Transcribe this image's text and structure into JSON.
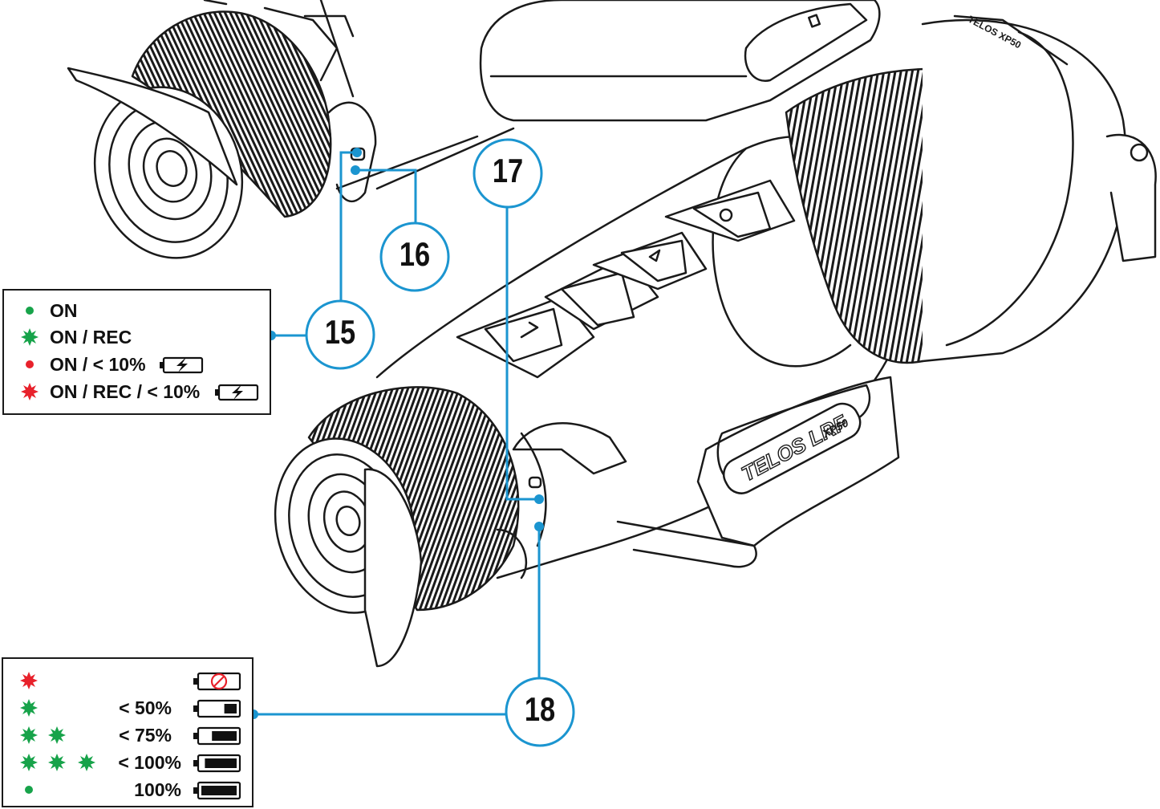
{
  "colors": {
    "callout": "#1b95d0",
    "green": "#17a34a",
    "red": "#e8212b",
    "line": "#1a1a1a"
  },
  "device": {
    "model_label": "TELOS LRF",
    "model_sub": "XP50",
    "lens_label": "TELOS XP50"
  },
  "callouts": [
    {
      "number": "15",
      "target": "led indicator"
    },
    {
      "number": "16",
      "target": "led indicator"
    },
    {
      "number": "17",
      "target": "usb port"
    },
    {
      "number": "18",
      "target": "battery level"
    }
  ],
  "led_legend": {
    "rows": [
      {
        "text": "ON",
        "led": "green-steady",
        "icon": ""
      },
      {
        "text": "ON / REC",
        "led": "green-blinking",
        "icon": ""
      },
      {
        "text": "ON / < 10%",
        "led": "red-steady",
        "icon": "battery-charging-icon"
      },
      {
        "text": "ON / REC / < 10%",
        "led": "red-blinking",
        "icon": "battery-charging-icon"
      }
    ]
  },
  "battery_legend": {
    "rows": [
      {
        "leds": [
          "red-blinking"
        ],
        "text": "",
        "icon": "battery-empty-icon",
        "level": 0
      },
      {
        "leds": [
          "green-blinking"
        ],
        "text": "< 50%",
        "icon": "battery-icon",
        "level": 0.35
      },
      {
        "leds": [
          "green-blinking",
          "green-blinking"
        ],
        "text": "< 75%",
        "icon": "battery-icon",
        "level": 0.7
      },
      {
        "leds": [
          "green-blinking",
          "green-blinking",
          "green-blinking"
        ],
        "text": "< 100%",
        "icon": "battery-icon",
        "level": 0.9
      },
      {
        "leds": [
          "green-steady"
        ],
        "text": "100%",
        "icon": "battery-icon",
        "level": 1.0
      }
    ]
  }
}
